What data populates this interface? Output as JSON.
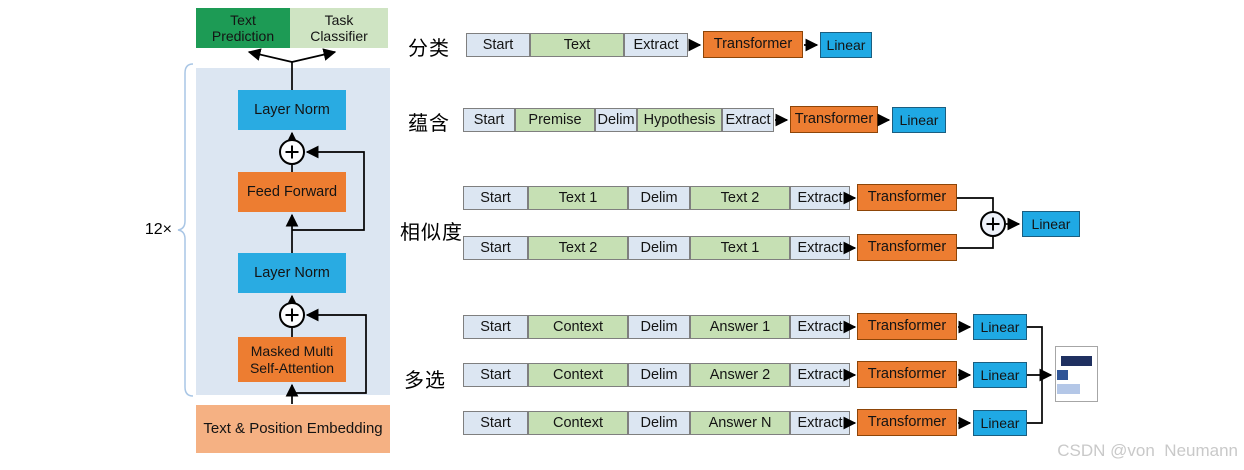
{
  "model": {
    "repeat_label": "12×",
    "text_prediction": "Text Prediction",
    "task_classifier": "Task Classifier",
    "layer_norm_top": "Layer Norm",
    "feed_forward": "Feed Forward",
    "layer_norm_bottom": "Layer Norm",
    "masked_attention": "Masked Multi Self-Attention",
    "embedding": "Text & Position Embedding"
  },
  "tasks": {
    "classification": {
      "label": "分类",
      "sequence": [
        {
          "text": "Start",
          "highlight": false
        },
        {
          "text": "Text",
          "highlight": true
        },
        {
          "text": "Extract",
          "highlight": false
        }
      ],
      "transformer": "Transformer",
      "linear": "Linear"
    },
    "entailment": {
      "label": "蕴含",
      "sequence": [
        {
          "text": "Start",
          "highlight": false
        },
        {
          "text": "Premise",
          "highlight": true
        },
        {
          "text": "Delim",
          "highlight": false
        },
        {
          "text": "Hypothesis",
          "highlight": true
        },
        {
          "text": "Extract",
          "highlight": false
        }
      ],
      "transformer": "Transformer",
      "linear": "Linear"
    },
    "similarity": {
      "label": "相似度",
      "row1": {
        "sequence": [
          {
            "text": "Start",
            "highlight": false
          },
          {
            "text": "Text 1",
            "highlight": true
          },
          {
            "text": "Delim",
            "highlight": false
          },
          {
            "text": "Text 2",
            "highlight": true
          },
          {
            "text": "Extract",
            "highlight": false
          }
        ],
        "transformer": "Transformer"
      },
      "row2": {
        "sequence": [
          {
            "text": "Start",
            "highlight": false
          },
          {
            "text": "Text 2",
            "highlight": true
          },
          {
            "text": "Delim",
            "highlight": false
          },
          {
            "text": "Text 1",
            "highlight": true
          },
          {
            "text": "Extract",
            "highlight": false
          }
        ],
        "transformer": "Transformer"
      },
      "linear": "Linear"
    },
    "multiple_choice": {
      "label": "多选",
      "rows": [
        {
          "sequence": [
            {
              "text": "Start",
              "highlight": false
            },
            {
              "text": "Context",
              "highlight": true
            },
            {
              "text": "Delim",
              "highlight": false
            },
            {
              "text": "Answer 1",
              "highlight": true
            },
            {
              "text": "Extract",
              "highlight": false
            }
          ],
          "transformer": "Transformer",
          "linear": "Linear"
        },
        {
          "sequence": [
            {
              "text": "Start",
              "highlight": false
            },
            {
              "text": "Context",
              "highlight": true
            },
            {
              "text": "Delim",
              "highlight": false
            },
            {
              "text": "Answer 2",
              "highlight": true
            },
            {
              "text": "Extract",
              "highlight": false
            }
          ],
          "transformer": "Transformer",
          "linear": "Linear"
        },
        {
          "sequence": [
            {
              "text": "Start",
              "highlight": false
            },
            {
              "text": "Context",
              "highlight": true
            },
            {
              "text": "Delim",
              "highlight": false
            },
            {
              "text": "Answer N",
              "highlight": true
            },
            {
              "text": "Extract",
              "highlight": false
            }
          ],
          "transformer": "Transformer",
          "linear": "Linear"
        }
      ]
    }
  },
  "icons": {
    "residual_add": "circled-plus",
    "similarity_add": "circled-plus",
    "output_distribution": "horizontal-bar-chart"
  },
  "colors": {
    "text_prediction_green": "#1d9b55",
    "task_classifier_green": "#cfe4c3",
    "layer_norm_blue": "#29abe2",
    "attention_orange": "#ed7d31",
    "embedding_peach": "#f5b183",
    "panel_blue": "#dce6f2",
    "token_gray_blue": "#dce6f2",
    "token_green": "#c6e0b4",
    "prob_bar_dark": "#1f3060",
    "prob_bar_mid": "#2f5597",
    "prob_bar_light": "#b4c7e7"
  },
  "watermark": "CSDN @von  Neumann"
}
